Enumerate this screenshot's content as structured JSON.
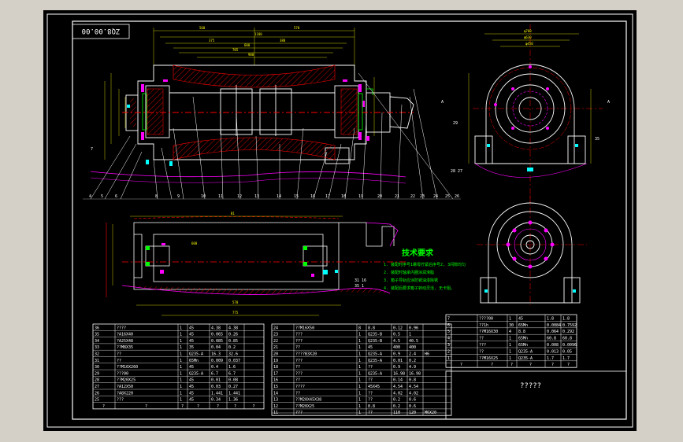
{
  "drawing_code": "ZQ8.00.00",
  "tech_requirements": {
    "title": "技术要求",
    "items": [
      "1. 装配时序号1螺母拧紧后序号2, 3间隙均匀",
      "2. 装配时轴承内圈涂润滑脂",
      "3. 箱子导轨应涂防锈油漆除锈",
      "4. 装配后要求箱子转动灵活, 无卡阻。"
    ]
  },
  "front_view_callouts": [
    "4",
    "5",
    "6",
    "7",
    "8",
    "9",
    "10",
    "11",
    "12",
    "13",
    "14",
    "15",
    "16",
    "17",
    "18",
    "19",
    "20",
    "21",
    "22",
    "23",
    "24",
    "25",
    "26"
  ],
  "bom_left": [
    [
      "36",
      "????",
      "1",
      "45",
      "4.38",
      "4.38",
      ""
    ],
    [
      "35",
      "?A16X40",
      "1",
      "45",
      "0.065",
      "0.26",
      ""
    ],
    [
      "34",
      "?A25X48",
      "1",
      "45",
      "0.085",
      "0.85",
      ""
    ],
    [
      "33",
      "??M8X35",
      "1",
      "35",
      "0.04",
      "0.2",
      ""
    ],
    [
      "32",
      "??",
      "1",
      "Q235-A",
      "16.3",
      "32.6",
      ""
    ],
    [
      "31",
      "??",
      "1",
      "65Mn",
      "0.009",
      "0.037",
      ""
    ],
    [
      "30",
      "??M16X260",
      "1",
      "45",
      "0.4",
      "1.6",
      ""
    ],
    [
      "29",
      "???00",
      "1",
      "Q235-A",
      "6.7",
      "6.7",
      ""
    ],
    [
      "28",
      "??M20X25",
      "1",
      "45",
      "0.01",
      "0.08",
      ""
    ],
    [
      "27",
      "?A12X50",
      "1",
      "45",
      "0.03",
      "0.27",
      ""
    ],
    [
      "26",
      "?A8X220",
      "1",
      "45",
      "1.441",
      "1.441",
      ""
    ],
    [
      "25",
      "???",
      "1",
      "45",
      "0.34",
      "1.36",
      ""
    ]
  ],
  "bom_mid": [
    [
      "24",
      "??M16X50",
      "8",
      "8.8",
      "0.12",
      "0.96",
      ""
    ],
    [
      "23",
      "???",
      "1",
      "Q235-B",
      "0.5",
      "1",
      ""
    ],
    [
      "22",
      "???",
      "1",
      "Q235-B",
      "4.5",
      "40.5",
      ""
    ],
    [
      "21",
      "??",
      "1",
      "45",
      "400",
      "400",
      ""
    ],
    [
      "20",
      "????B3X20",
      "1",
      "Q235-A",
      "0.9",
      "2.4",
      "H6"
    ],
    [
      "19",
      "???",
      "1",
      "Q235-A",
      "0.01",
      "0.2",
      ""
    ],
    [
      "18",
      "??",
      "1",
      "??",
      "0.9",
      "4.9",
      ""
    ],
    [
      "17",
      "???",
      "1",
      "Q235-A",
      "16.98",
      "16.98",
      ""
    ],
    [
      "16",
      "??",
      "1",
      "??",
      "0.14",
      "0.8",
      ""
    ],
    [
      "15",
      "????",
      "1",
      "45X45",
      "4.54",
      "4.54",
      ""
    ],
    [
      "14",
      "??",
      "1",
      "??",
      "4.02",
      "4.02",
      ""
    ],
    [
      "13",
      "??M20X45X38",
      "1",
      "??",
      "0.2",
      "0.6",
      ""
    ],
    [
      "12",
      "??M20X25",
      "1",
      "8.8",
      "0.2",
      "0.6",
      ""
    ],
    [
      "11",
      "???",
      "1",
      "??",
      "110",
      "120",
      "M6X20"
    ]
  ],
  "bom_right": [
    [
      "7",
      "????00",
      "1",
      "45",
      "1.8",
      "1.8"
    ],
    [
      "6",
      "??1h",
      "30",
      "65Mn",
      "0.0084",
      "0.7592"
    ],
    [
      "5",
      "??M16X30",
      "4",
      "8.8",
      "0.064",
      "0.292"
    ],
    [
      "4",
      "??",
      "1",
      "65Mn",
      "60.8",
      "60.8"
    ],
    [
      "3",
      "???",
      "1",
      "65Mn",
      "0.008",
      "0.0096"
    ],
    [
      "2",
      "??",
      "1",
      "Q235-A",
      "0.013",
      "0.05"
    ],
    [
      "1",
      "??M16X25",
      "1",
      "Q235-A",
      "1.7",
      "1.7"
    ]
  ],
  "bom_header": [
    "?",
    "?",
    "?",
    "?",
    "?",
    "?",
    "?"
  ],
  "title_block_name": "?????",
  "colors": {
    "background": "#000000",
    "lines": "#ffffff",
    "dimensions": "#ffff00",
    "hatch": "#ff0000",
    "centerline": "#ff0000",
    "green": "#00ff00",
    "magenta": "#ff00ff",
    "cyan": "#00ffff",
    "blue": "#0000ff",
    "window": "#d4d0c8"
  }
}
